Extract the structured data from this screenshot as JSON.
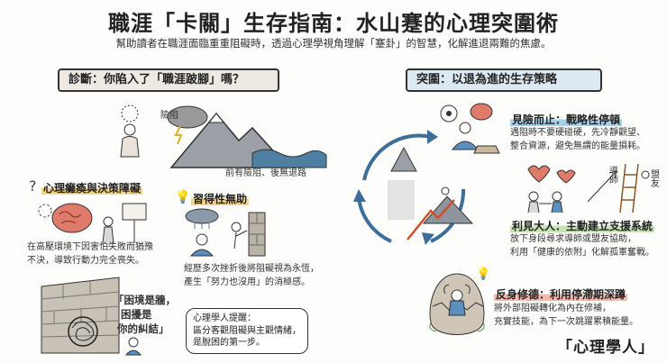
{
  "title": "職涯「卡關」生存指南：水山蹇的心理突圍術",
  "subtitle": "幫助讀者在職涯面臨重重阻礙時，透過心理學視角理解「蹇卦」的智慧，化解進退兩難的焦慮。",
  "left": {
    "banner": "診斷：你陷入了「職涯跛腳」嗎？",
    "danger_label": "險阻",
    "danger_caption": "前有險阻、後無退路",
    "paralysis_title": "心理癱瘓與決策障礙",
    "paralysis_line1": "在高壓環境下因害怕失敗而猶豫",
    "paralysis_line2": "不決，導致行動力完全喪失。",
    "helpless_title": "習得性無助",
    "helpless_line1": "經歷多次挫折後將阻礙視為永恆，",
    "helpless_line2": "產生「努力也沒用」的消極感。",
    "wall_line1": "「困境是牆，",
    "wall_line2": "困擾是",
    "wall_line3": "你的糾結」",
    "tip_line1": "心理學人提醒：",
    "tip_line2": "區分客觀阻礙與主觀情緒，",
    "tip_line3": "是脫困的第一步。"
  },
  "right": {
    "banner": "突圍：以退為進的生存策略",
    "s1_title": "見險而止：戰略性停頓",
    "s1_line1": "遇阻時不要硬碰硬，先冷靜觀望、",
    "s1_line2": "整合資源，避免無謂的能量損耗。",
    "mentor_label": "導師",
    "ally_label": "盟友",
    "s2_title": "利見大人：主動建立支援系統",
    "s2_line1": "放下身段尋求導師或盟友協助，",
    "s2_line2": "利用「健康的依附」化解孤軍奮戰。",
    "s3_title": "反身修德：利用停滯期深蹲",
    "s3_line1": "將外部阻礙轉化為內在修補，",
    "s3_line2": "充實技能，為下一次跳躍累積能量。"
  },
  "brand": "「心理學人」",
  "colors": {
    "yellow": "#f5d483",
    "blue": "#a8d0ea",
    "green": "#c6e3b4",
    "red": "#f3b9ad"
  }
}
